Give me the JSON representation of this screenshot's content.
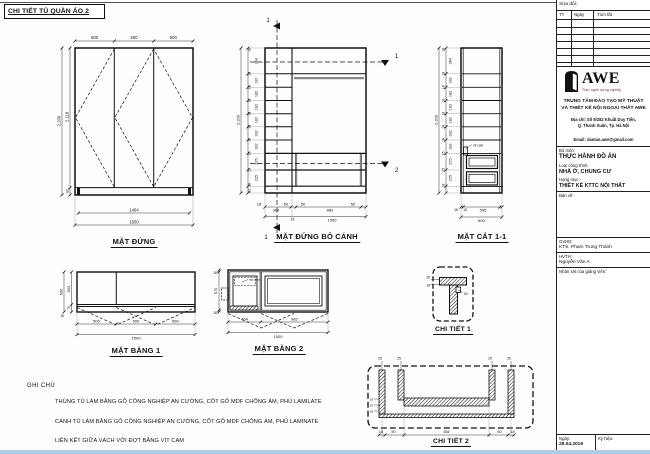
{
  "sheet": {
    "title": "CHI TIẾT TỦ QUẦN ÁO 2"
  },
  "views": {
    "front": {
      "label": "MẶT ĐỨNG",
      "top": [
        "500",
        "500",
        "500"
      ],
      "left_outer": "2.200",
      "left_inner": "2.118",
      "left_bottom": "82",
      "bottom_inner": "1464",
      "bottom_outer": "1500"
    },
    "open": {
      "label": "MẶT ĐỨNG BỎ CÁNH",
      "total_height": "2.200",
      "left_chain": [
        "18",
        "364",
        "18",
        "187",
        "18",
        "182",
        "18",
        "182",
        "18",
        "182",
        "18",
        "182",
        "18",
        "182",
        "25",
        "225",
        "25",
        "225",
        "18",
        "82"
      ],
      "bottom": [
        "18",
        "50",
        "50",
        "50",
        "364",
        "882",
        "18"
      ],
      "bottom_total": "1500",
      "cut_label": "1",
      "plan_markers": [
        "1",
        "2"
      ]
    },
    "section": {
      "label": "MẶT CẮT 1-1",
      "total_height": "2.200",
      "left_chain": [
        "18",
        "364",
        "18",
        "182",
        "18",
        "182",
        "18",
        "182",
        "18",
        "182",
        "18",
        "182",
        "18",
        "182",
        "25",
        "225",
        "25",
        "225",
        "18"
      ],
      "bottom": [
        "18",
        "18",
        "555"
      ],
      "bottom_total": "600",
      "callout": "vít cam"
    },
    "plan1": {
      "label": "MẶT BẰNG 1",
      "left_outer": "600",
      "left_chain": [
        "503",
        "70",
        "18"
      ],
      "bottom": [
        "500",
        "500",
        "500"
      ],
      "bottom_total": "1500"
    },
    "plan2": {
      "label": "MẶT BẰNG 2",
      "left_chain": [
        "18",
        "575",
        "18"
      ],
      "bottom": [
        "464",
        "982"
      ],
      "bottom_total": "1500",
      "callout": "ray trượt"
    },
    "detail1": {
      "label": "CHI TIẾT 1",
      "dims": [
        "25",
        "18",
        "30"
      ]
    },
    "detail2": {
      "label": "CHI TIẾT 2",
      "top": [
        "25",
        "25",
        "25",
        "25"
      ],
      "left": [
        "18",
        "25",
        "18"
      ],
      "bottom": [
        "18",
        "50",
        "364",
        "50",
        "18"
      ]
    }
  },
  "notes": {
    "heading": "GHI CHÚ",
    "lines": [
      "THÙNG TỦ LÀM BẰNG GỖ CÔNG NGHIỆP AN CƯỜNG, CỐT GỖ MDF CHỐNG ẨM, PHỦ LAMILATE",
      "CÁNH TỦ LÀM BẰNG GỖ CÔNG NGHIỆP AN CƯỜNG, CỐT GỖ MDF CHỐNG ẨM, PHỦ LAMINATE",
      "LIÊN KẾT GIỮA VÁCH VỚI ĐỢT BẰNG VÍT CAM"
    ]
  },
  "titleblock": {
    "revision": {
      "heading": "Sửa đổi:",
      "cols": [
        "TT",
        "Ngày",
        "Tóm tắt"
      ]
    },
    "logo": {
      "text": "AWE",
      "tagline": "Trao nghề dựng nghiệp"
    },
    "org_line1": "TRUNG TÂM ĐÀO TẠO MỸ THUẬT",
    "org_line2": "VÀ THIẾT KẾ NỘI NGOẠI THẤT AWE",
    "address_line1": "Địa chỉ: Số 9/282 Khuất Duy Tiến,",
    "address_line2": "Q. Thanh Xuân, Tp. Hà Nội",
    "email": "Email: daotao.awe@gmail.com",
    "fields": [
      {
        "label": "Bộ môn:",
        "value": "THỰC HÀNH ĐỒ ÁN"
      },
      {
        "label": "Loại công trình:",
        "value": "NHÀ Ở, CHUNG CƯ"
      },
      {
        "label": "Hạng mục:",
        "value": "THIẾT KẾ KTTC NỘI THẤT"
      }
    ],
    "drawing_label": "Bản vẽ:",
    "gvhd_label": "GVHD:",
    "gvhd": "KTS. Phạm Trung Thành",
    "hvth_label": "HVTH:",
    "hvth": "Nguyễn Văn A",
    "review_label": "Nhận xét của giảng viên:",
    "date_label": "Ngày:",
    "date": "28.04.2019",
    "symbol_label": "Ký hiệu:"
  }
}
